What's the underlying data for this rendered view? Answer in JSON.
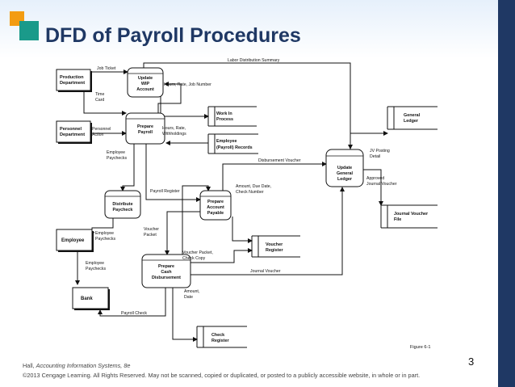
{
  "slide": {
    "title": "DFD of Payroll Procedures",
    "page_number": "3",
    "figure_label": "Figure 6-1",
    "footer_author": "Hall, ",
    "footer_book": "Accounting Information Systems, 8e",
    "footer_copyright": "©2013 Cengage Learning. All Rights Reserved. May not be scanned, copied or duplicated, or posted to a publicly accessible website, in whole or in part."
  },
  "entities": {
    "production": [
      "Production",
      "Department"
    ],
    "personnel": [
      "Personnel",
      "Department"
    ],
    "employee": "Employee",
    "bank": "Bank"
  },
  "processes": {
    "update_wip": [
      "Update",
      "WIP",
      "Account"
    ],
    "prepare_payroll": [
      "Prepare",
      "Payroll"
    ],
    "distribute_paycheck": [
      "Distribute",
      "Paycheck"
    ],
    "prepare_ap": [
      "Prepare",
      "Account",
      "Payable"
    ],
    "prepare_cash": [
      "Prepare",
      "Cash",
      "Disbursement"
    ],
    "update_gl": [
      "Update",
      "General",
      "Ledger"
    ]
  },
  "stores": {
    "work_in_process": [
      "Work In",
      "Process"
    ],
    "employee_records": [
      "Employee",
      "(Payroll) Records"
    ],
    "voucher_register": [
      "Voucher",
      "Register"
    ],
    "check_register": [
      "Check",
      "Register"
    ],
    "general_ledger": [
      "General",
      "Ledger"
    ],
    "journal_voucher_file": [
      "Journal Voucher",
      "File"
    ]
  },
  "flows": {
    "job_ticket": "Job Ticket",
    "labor_summary": "Labor Distribution Summary",
    "time_card": [
      "Time",
      "Card"
    ],
    "hours_rate_job": "Hours, Rate, Job Number",
    "personnel_action": [
      "Personnel",
      "Action"
    ],
    "hours_rate_withholdings": [
      "Hours, Rate,",
      "Withholdings"
    ],
    "employee_paychecks_1": [
      "Employee",
      "Paychecks"
    ],
    "disbursement_voucher": "Disbursement Voucher",
    "jv_posting_detail": [
      "JV Posting",
      "Detail"
    ],
    "approved_jv": [
      "Approved",
      "Journal Voucher"
    ],
    "payroll_register": "Payroll Register",
    "amount_due_check": [
      "Amount, Due Date,",
      "Check Number"
    ],
    "employee_paychecks_2": [
      "Employee",
      "Paychecks"
    ],
    "voucher_packet": [
      "Voucher",
      "Packet"
    ],
    "voucher_packet_check_copy": [
      "Voucher Packet,",
      "Check Copy"
    ],
    "journal_voucher": "Journal Voucher",
    "employee_paychecks_3": [
      "Employee",
      "Paychecks"
    ],
    "amount_date": [
      "Amount,",
      "Date"
    ],
    "payroll_check": "Payroll Check"
  },
  "colors": {
    "title": "#1f3864",
    "orange_square": "#f39c12",
    "teal_square": "#1a9a8a",
    "right_bar": "#1f3864"
  }
}
